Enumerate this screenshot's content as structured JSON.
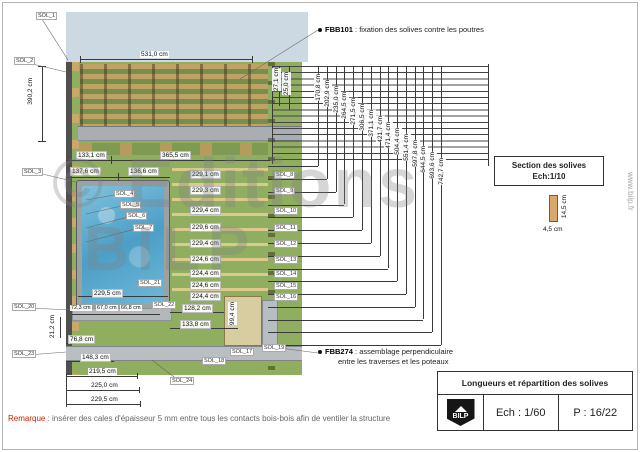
{
  "drawing": {
    "callout_top": {
      "code": "FBB101",
      "text": " : fixation des solives contre les poutres"
    },
    "callout_bottom": {
      "code": "FBB274",
      "line1": " : assemblage perpendiculaire",
      "line2": "entre les traverses et les poteaux"
    }
  },
  "legend": {
    "title": "Section des solives",
    "scale": "Ech:1/10",
    "section_height": "14,5 cm",
    "section_width": "4,5 cm"
  },
  "watermark": {
    "editions": "© Editions",
    "bilp": "BILP",
    "site": "www.bilp.fr"
  },
  "titleblock": {
    "title": "Longueurs et répartition des solives",
    "logo": "BILP",
    "scale": "Ech : 1/60",
    "page": "P : 16/22"
  },
  "note": {
    "label": "Remarque",
    "text": " : insérer des cales d'épaisseur 5 mm entre tous les contacts bois-bois afin de ventiler la structure"
  },
  "dims": {
    "top_width": "531,0 cm",
    "left_height": "390,2 cm",
    "offset_a": "27,1 cm",
    "offset_b": "25,0 cm",
    "seg_a": "133,1 cm",
    "seg_b": "365,5 cm",
    "seg_c": "137,6 cm",
    "seg_d": "136,6 cm",
    "pool_width": "229,5 cm",
    "under_a": "72,3 cm",
    "under_b": "67,0 cm",
    "under_c": "66,8 cm",
    "box_a": "128,2 cm",
    "box_b": "99,4 cm",
    "box_c": "133,8 cm",
    "left_small": "21,2 cm",
    "bottom_a": "76,8 cm",
    "bottom_b": "148,3 cm",
    "bottom_c": "219,5 cm",
    "bottom_d": "225,0 cm",
    "bottom_e": "229,5 cm"
  },
  "sols": {
    "s1": "SOL_1",
    "s2": "SOL_2",
    "s3": "SOL_3",
    "s4": "SOL_4",
    "s5": "SOL_5",
    "s6": "SOL_6",
    "s7": "SOL_7",
    "s17": "SOL_17",
    "s18": "SOL_18",
    "s19": "SOL_19",
    "s20": "SOL_20",
    "s21": "SOL_21",
    "s22": "SOL_22",
    "s23": "SOL_23",
    "s24": "SOL_24"
  },
  "rows": [
    {
      "dim": "229,1 cm",
      "sol": "SOL_8"
    },
    {
      "dim": "229,3 cm",
      "sol": "SOL_9"
    },
    {
      "dim": "229,4 cm",
      "sol": "SOL_10"
    },
    {
      "dim": "229,6 cm",
      "sol": "SOL_11"
    },
    {
      "dim": "229,4 cm",
      "sol": "SOL_12"
    },
    {
      "dim": "224,6 cm",
      "sol": "SOL_13"
    },
    {
      "dim": "224,4 cm",
      "sol": "SOL_14"
    },
    {
      "dim": "224,6 cm",
      "sol": "SOL_15"
    },
    {
      "dim": "224,4 cm",
      "sol": "SOL_16"
    }
  ],
  "cascade": [
    "170,8 cm",
    "202,9 cm",
    "235,0 cm",
    "264,5 cm",
    "271,5 cm",
    "306,5 cm",
    "371,1 cm",
    "421,7 cm",
    "471,4 cm",
    "504,4 cm",
    "551,4 cm",
    "597,8 cm",
    "644,5 cm",
    "693,6 cm",
    "742,7 cm"
  ]
}
